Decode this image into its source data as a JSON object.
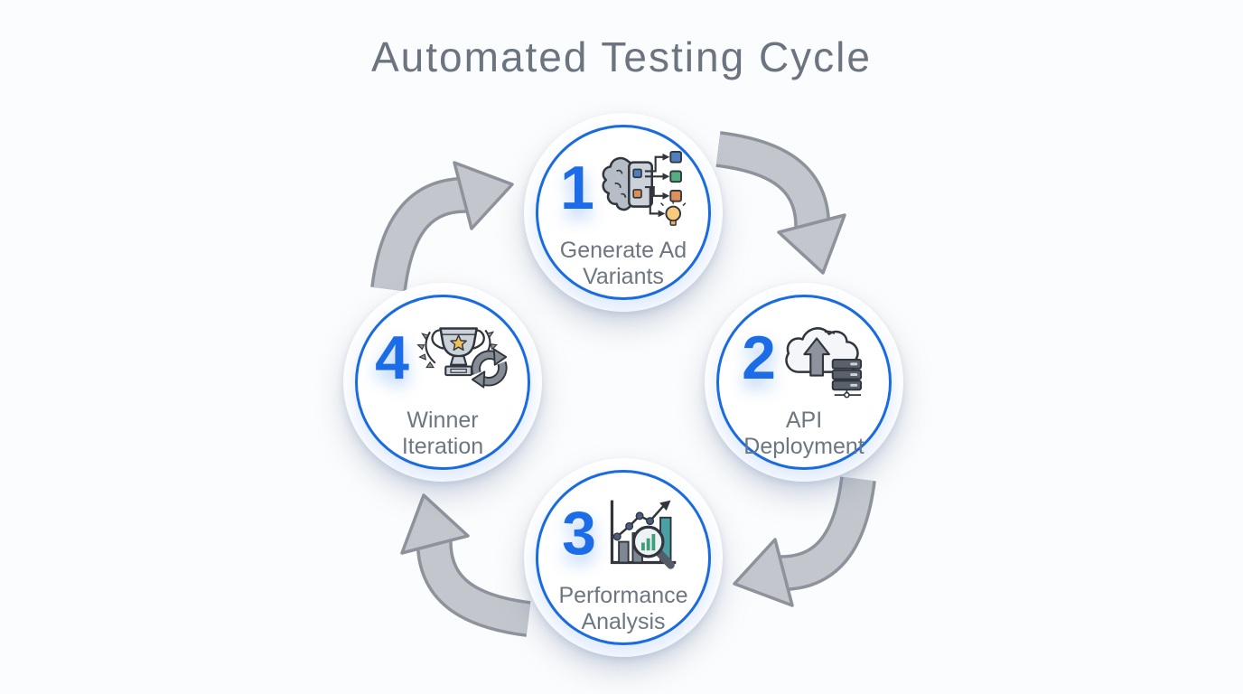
{
  "title": "Automated Testing Cycle",
  "steps": [
    {
      "number": "1",
      "label_line1": "Generate Ad",
      "label_line2": "Variants",
      "icon": "ai-brain-variants-icon"
    },
    {
      "number": "2",
      "label_line1": "API",
      "label_line2": "Deployment",
      "icon": "cloud-upload-server-icon"
    },
    {
      "number": "3",
      "label_line1": "Performance",
      "label_line2": "Analysis",
      "icon": "chart-magnifier-icon"
    },
    {
      "number": "4",
      "label_line1": "Winner",
      "label_line2": "Iteration",
      "icon": "trophy-refresh-icon"
    }
  ],
  "colors": {
    "accent_blue": "#1a6be0",
    "text_gray": "#6d7681",
    "title_gray": "#6c7480",
    "arrow_fill": "#c3c7cd",
    "arrow_outline": "#8e939b",
    "background": "#fbfcfd"
  }
}
